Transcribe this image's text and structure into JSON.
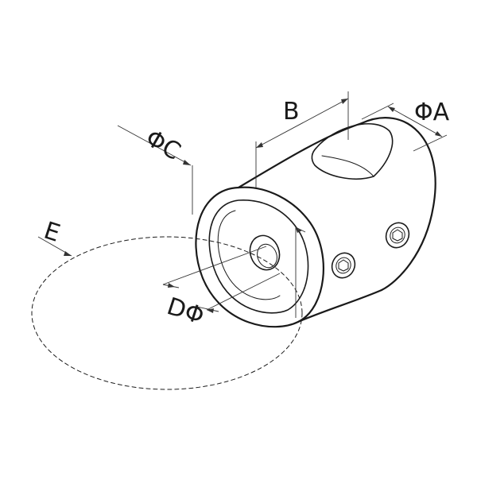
{
  "labels": {
    "A": "ΦA",
    "B": "B",
    "C": "ΦC",
    "D": "DΦ",
    "E": "E"
  },
  "colors": {
    "ink": "#1a1a1a",
    "background": "#ffffff"
  }
}
